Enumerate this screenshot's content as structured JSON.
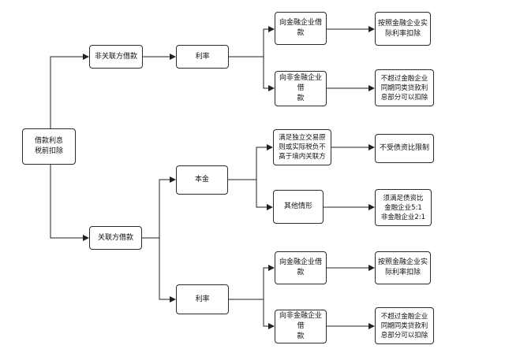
{
  "nodes": {
    "root": "借款利息\n税前扣除",
    "unrelated": "非关联方借款",
    "rate_unrelated": "利率",
    "unrelated_fin": "向金融企业借款",
    "unrelated_fin_result": "按照金融企业实\n际利率扣除",
    "unrelated_nonfin": "向非金融企业借\n款",
    "unrelated_nonfin_result": "不超过金融企业\n同期同类贷款利\n息部分可以扣除",
    "related": "关联方借款",
    "principal": "本金",
    "independent": "满足独立交易原\n则或实际税负不\n高于境内关联方",
    "independent_result": "不受债资比限制",
    "other": "其他情形",
    "other_result": "须满足债资比\n金融企业5:1\n非金融企业2:1",
    "rate_related": "利率",
    "related_fin": "向金融企业借款",
    "related_fin_result": "按照金融企业实\n际利率扣除",
    "related_nonfin": "向非金融企业借\n款",
    "related_nonfin_result": "不超过金融企业\n同期同类贷款利\n息部分可以扣除"
  }
}
